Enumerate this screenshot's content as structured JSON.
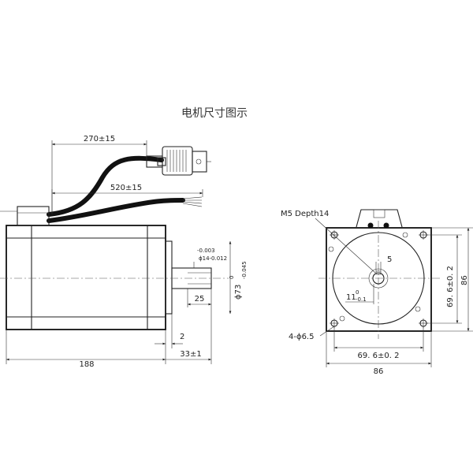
{
  "title": "电机尺寸图示",
  "side_view": {
    "cable_length_1": "270±15",
    "cable_length_2": "520±15",
    "shaft_tol_upper": "-0.003",
    "shaft_dia": "ϕ14-0.012",
    "flange_dia": "ϕ73",
    "flange_tol_upper": "0",
    "flange_tol_lower": "-0.045",
    "shaft_length": "25",
    "shoulder": "2",
    "shaft_ext": "33±1",
    "body_length": "188"
  },
  "front_view": {
    "thread_note": "M5 Depth14",
    "key_width": "5",
    "key_depth": "11",
    "key_tol_upper": "0",
    "key_tol_lower": "-0.1",
    "hole_note": "4-ϕ6.5",
    "hole_pitch_h": "69. 6±0. 2",
    "hole_pitch_v": "69. 6±0. 2",
    "flange_width": "86",
    "flange_height": "86"
  }
}
